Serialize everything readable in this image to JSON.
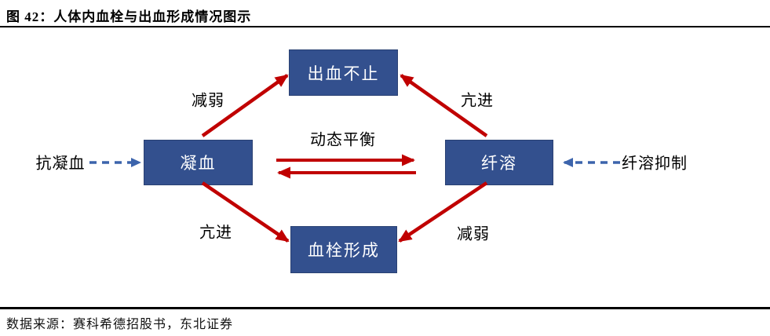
{
  "header": {
    "title": "图 42：人体内血栓与出血形成情况图示"
  },
  "diagram": {
    "nodes": {
      "top": "出血不止",
      "left": "凝血",
      "right": "纤溶",
      "bottom": "血栓形成"
    },
    "labels": {
      "center_balance": "动态平衡",
      "top_left": "减弱",
      "top_right": "亢进",
      "bottom_left": "亢进",
      "bottom_right": "减弱",
      "external_left": "抗凝血",
      "external_right": "纤溶抑制"
    },
    "colors": {
      "node_fill": "#33508E",
      "node_border": "#2A4173",
      "arrow_red": "#C00000",
      "arrow_blue": "#3C64AC"
    }
  },
  "footer": {
    "source": "数据来源：赛科希德招股书，东北证券"
  }
}
